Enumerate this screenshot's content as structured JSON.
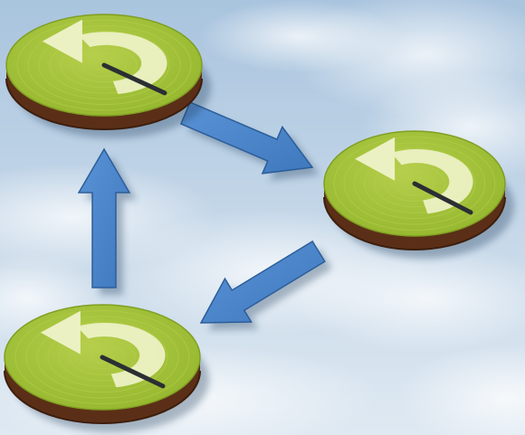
{
  "diagram": {
    "kind": "cycle",
    "node_count": 3,
    "nodes": [
      {
        "id": "top-left",
        "icon": "counterclockwise-rotation-arrow"
      },
      {
        "id": "right",
        "icon": "counterclockwise-rotation-arrow"
      },
      {
        "id": "bottom-left",
        "icon": "counterclockwise-rotation-arrow"
      }
    ],
    "connectors": [
      {
        "from": "top-left",
        "to": "right"
      },
      {
        "from": "right",
        "to": "bottom-left"
      },
      {
        "from": "bottom-left",
        "to": "top-left"
      }
    ]
  },
  "colors": {
    "sky_top": "#a9c4de",
    "sky_bottom": "#dfe9f2",
    "cloud": "#ffffff",
    "disc_top": "#95b72e",
    "disc_ring": "#b6cf4c",
    "disc_side": "#5b2f17",
    "disc_side_dark": "#3d1e0d",
    "rotation_arrow": "#ecf1c4",
    "needle": "#2b2f33",
    "connector_fill": "#3f78bd",
    "connector_stroke": "#2c5e9a",
    "shadow": "#23415e"
  }
}
